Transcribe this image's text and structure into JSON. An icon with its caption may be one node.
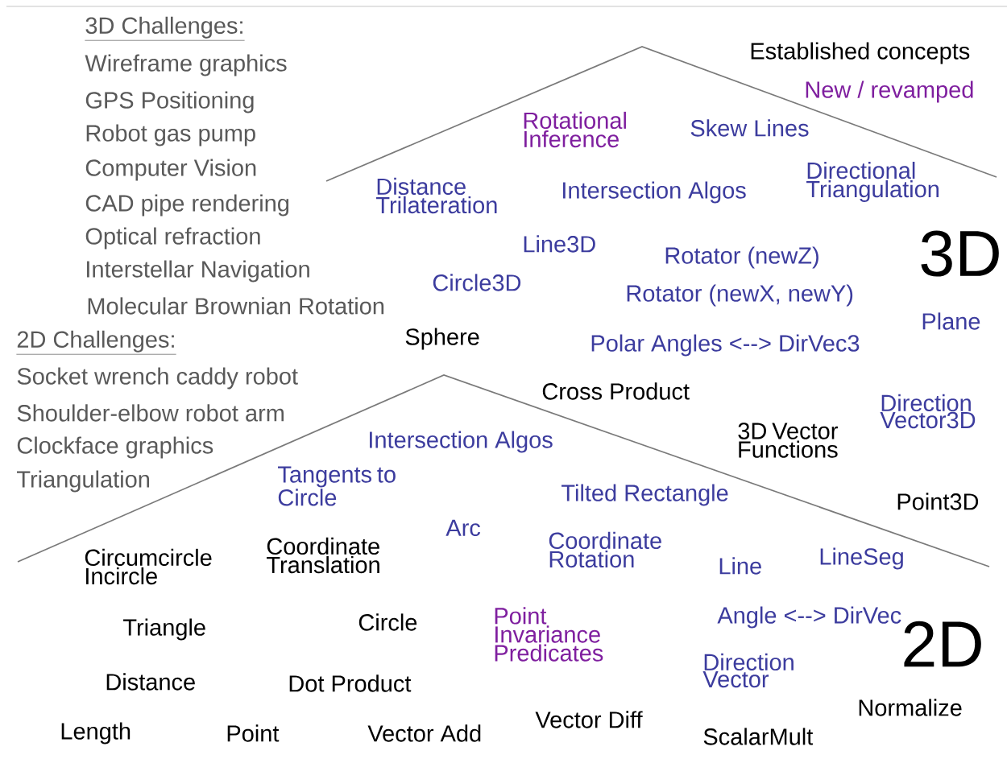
{
  "diagram": {
    "labels": [
      "3D Challenges:",
      "Established concepts",
      "Wireframe graphics",
      "New / revamped",
      "GPS Positioning",
      "Rotational Inference",
      "Skew Lines",
      "Robot gas pump",
      "Computer Vision",
      "Distance Trilateration",
      "Directional Triangulation",
      "Intersection Algos",
      "CAD pipe rendering",
      "Optical refraction",
      "Line3D",
      "3D",
      "Rotator (newZ)",
      "Interstellar Navigation",
      "Circle3D",
      "Rotator (newX, newY)",
      "Molecular Brownian Rotation",
      "Plane",
      "Sphere",
      "2D Challenges:",
      "Polar Angles <--> DirVec3",
      "Socket wrench caddy robot",
      "Cross Product",
      "Direction Vector3D",
      "Shoulder-elbow robot arm",
      "3D Vector Functions",
      "Intersection Algos",
      "Clockface graphics",
      "Tangents to Circle",
      "Triangulation",
      "Tilted Rectangle",
      "Point3D",
      "Arc",
      "Coordinate Rotation",
      "Coordinate Translation",
      "Circumcircle Incircle",
      "LineSeg",
      "Line",
      "Point Invariance Predicates",
      "Angle <--> DirVec",
      "Triangle",
      "Circle",
      "2D",
      "Direction Vector",
      "Distance",
      "Dot Product",
      "Normalize",
      "Vector Diff",
      "Length",
      "Point",
      "Vector Add",
      "ScalarMult"
    ]
  }
}
